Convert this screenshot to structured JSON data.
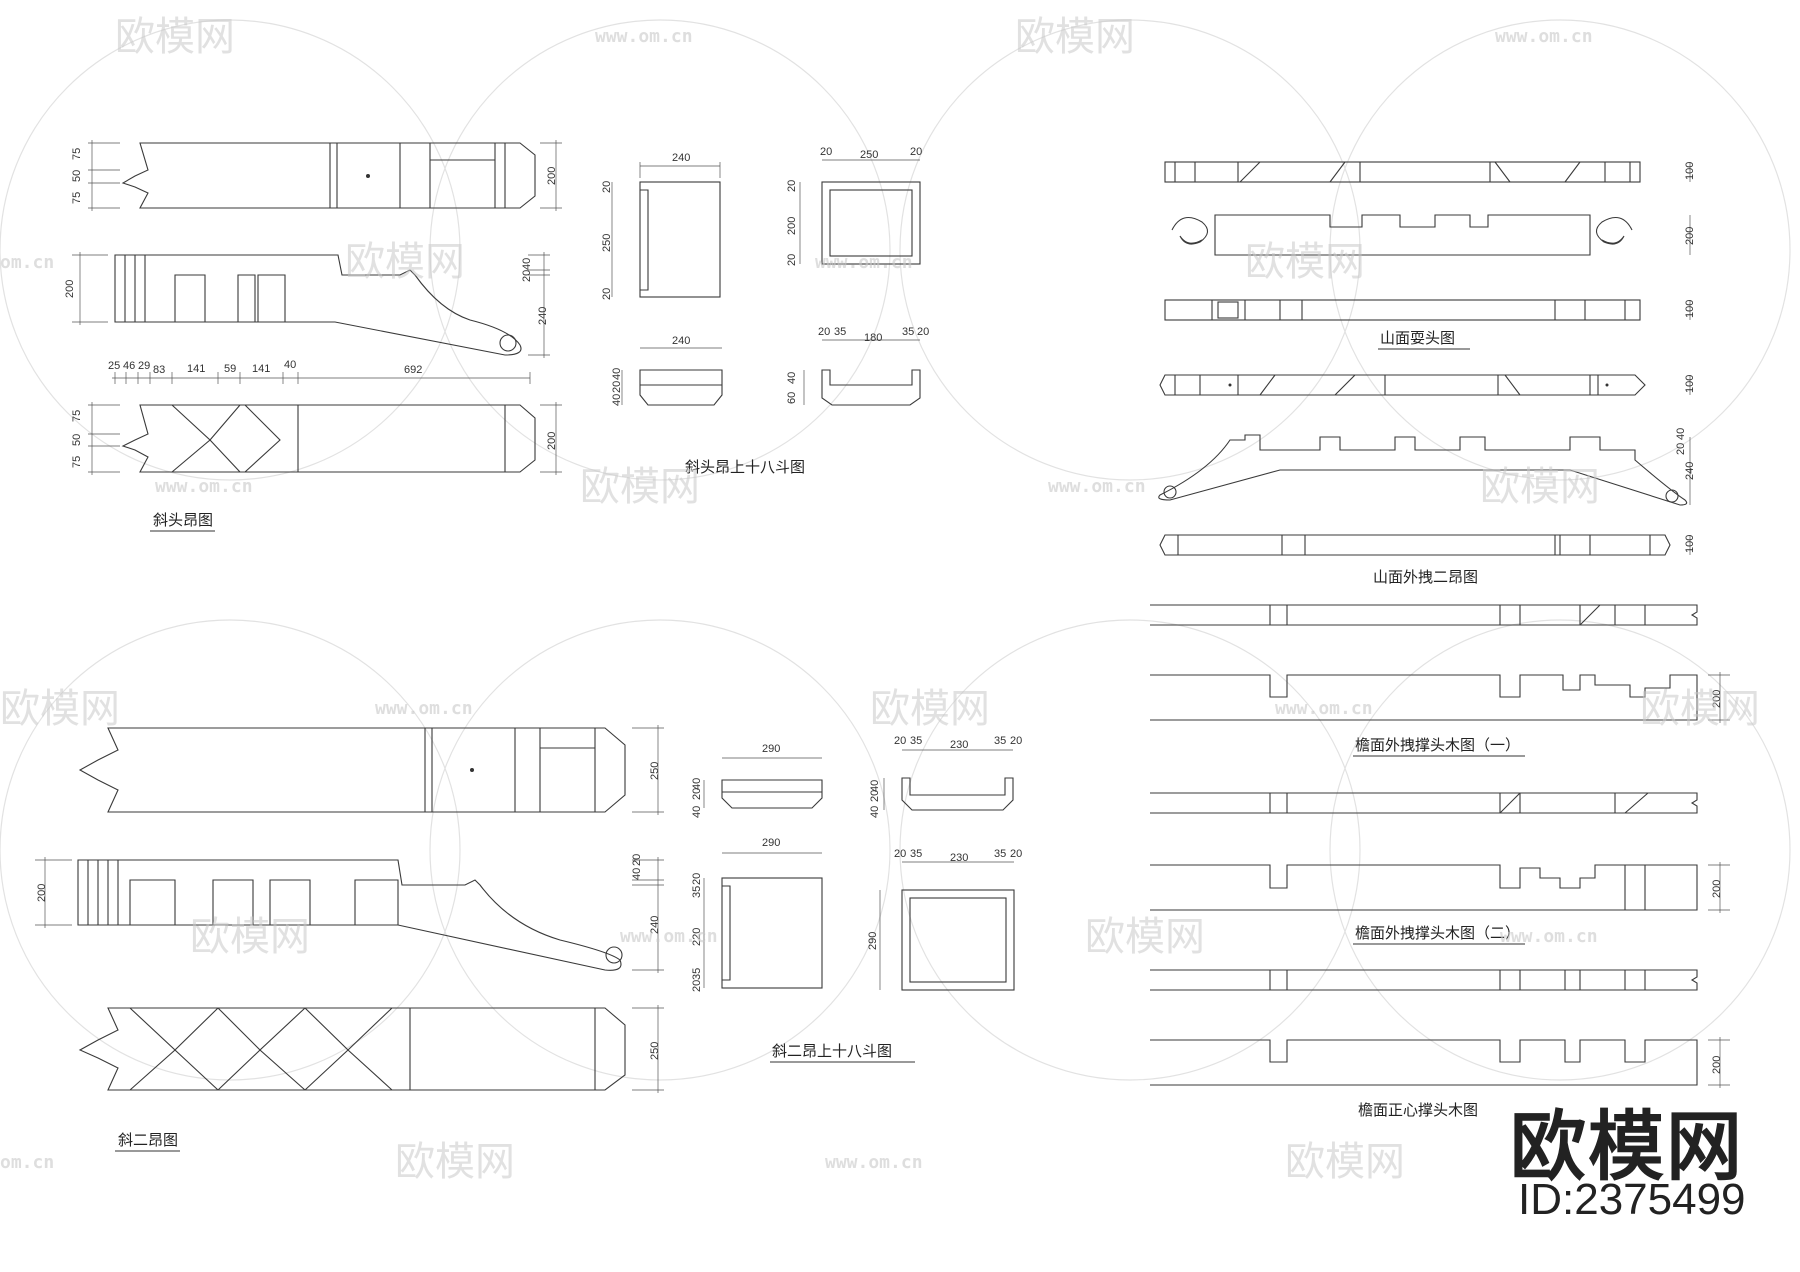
{
  "drawings": {
    "xietou_ang": {
      "title": "斜头昂图",
      "dims_left_top": [
        "75",
        "50",
        "75"
      ],
      "dim_right_top": "200",
      "dim_left_mid": "200",
      "dims_right_mid": [
        "40",
        "20",
        "240"
      ],
      "dims_row": [
        "25",
        "46",
        "29",
        "83",
        "141",
        "59",
        "141",
        "40",
        "692"
      ],
      "dims_left_bot": [
        "75",
        "50",
        "75"
      ],
      "dim_right_bot": "200"
    },
    "xietou_dou": {
      "title": "斜头昂上十八斗图",
      "box1_top": "240",
      "box1_left": [
        "20",
        "250",
        "20"
      ],
      "box2_top": [
        "20",
        "250",
        "20"
      ],
      "box2_left": [
        "20",
        "200",
        "20"
      ],
      "box3_top": "240",
      "box3_left": [
        "40",
        "20",
        "40"
      ],
      "box4_top": [
        "20",
        "35",
        "180",
        "35",
        "20"
      ],
      "box4_left": [
        "40",
        "60"
      ]
    },
    "xie_er_ang": {
      "title": "斜二昂图",
      "dim_right_top": "250",
      "dim_left_mid": "200",
      "dims_right_mid": [
        "40",
        "20",
        "240"
      ],
      "dim_right_bot": "250"
    },
    "xie_er_dou": {
      "title": "斜二昂上十八斗图",
      "box1_top": "290",
      "box1_left": [
        "40",
        "20",
        "40"
      ],
      "box2_top": [
        "20",
        "35",
        "230",
        "35",
        "20"
      ],
      "box2_left": [
        "40",
        "20",
        "40"
      ],
      "box3_top": "290",
      "box3_left": [
        "35",
        "20",
        "220",
        "20",
        "35"
      ],
      "box4_top": [
        "20",
        "35",
        "230",
        "35",
        "20"
      ],
      "box4_left": "290"
    },
    "shanmian_shuatou": {
      "title": "山面耍头图",
      "dims": [
        "100",
        "200",
        "100"
      ]
    },
    "shanmian_waizhuai": {
      "title": "山面外拽二昂图",
      "dims": [
        "100",
        "40",
        "20",
        "240",
        "100"
      ]
    },
    "yanmian_1": {
      "title": "檐面外拽撑头木图（一）",
      "dim": "200"
    },
    "yanmian_2": {
      "title": "檐面外拽撑头木图（二）",
      "dim": "200"
    },
    "yanmian_zheng": {
      "title": "檐面正心撑头木图",
      "dim": "200"
    }
  },
  "watermark": {
    "logo_text": "欧模网",
    "url_text": "www.om.cn",
    "url_fragment": "om.cn"
  },
  "brand": {
    "name": "欧模网",
    "id": "ID:2375499"
  }
}
